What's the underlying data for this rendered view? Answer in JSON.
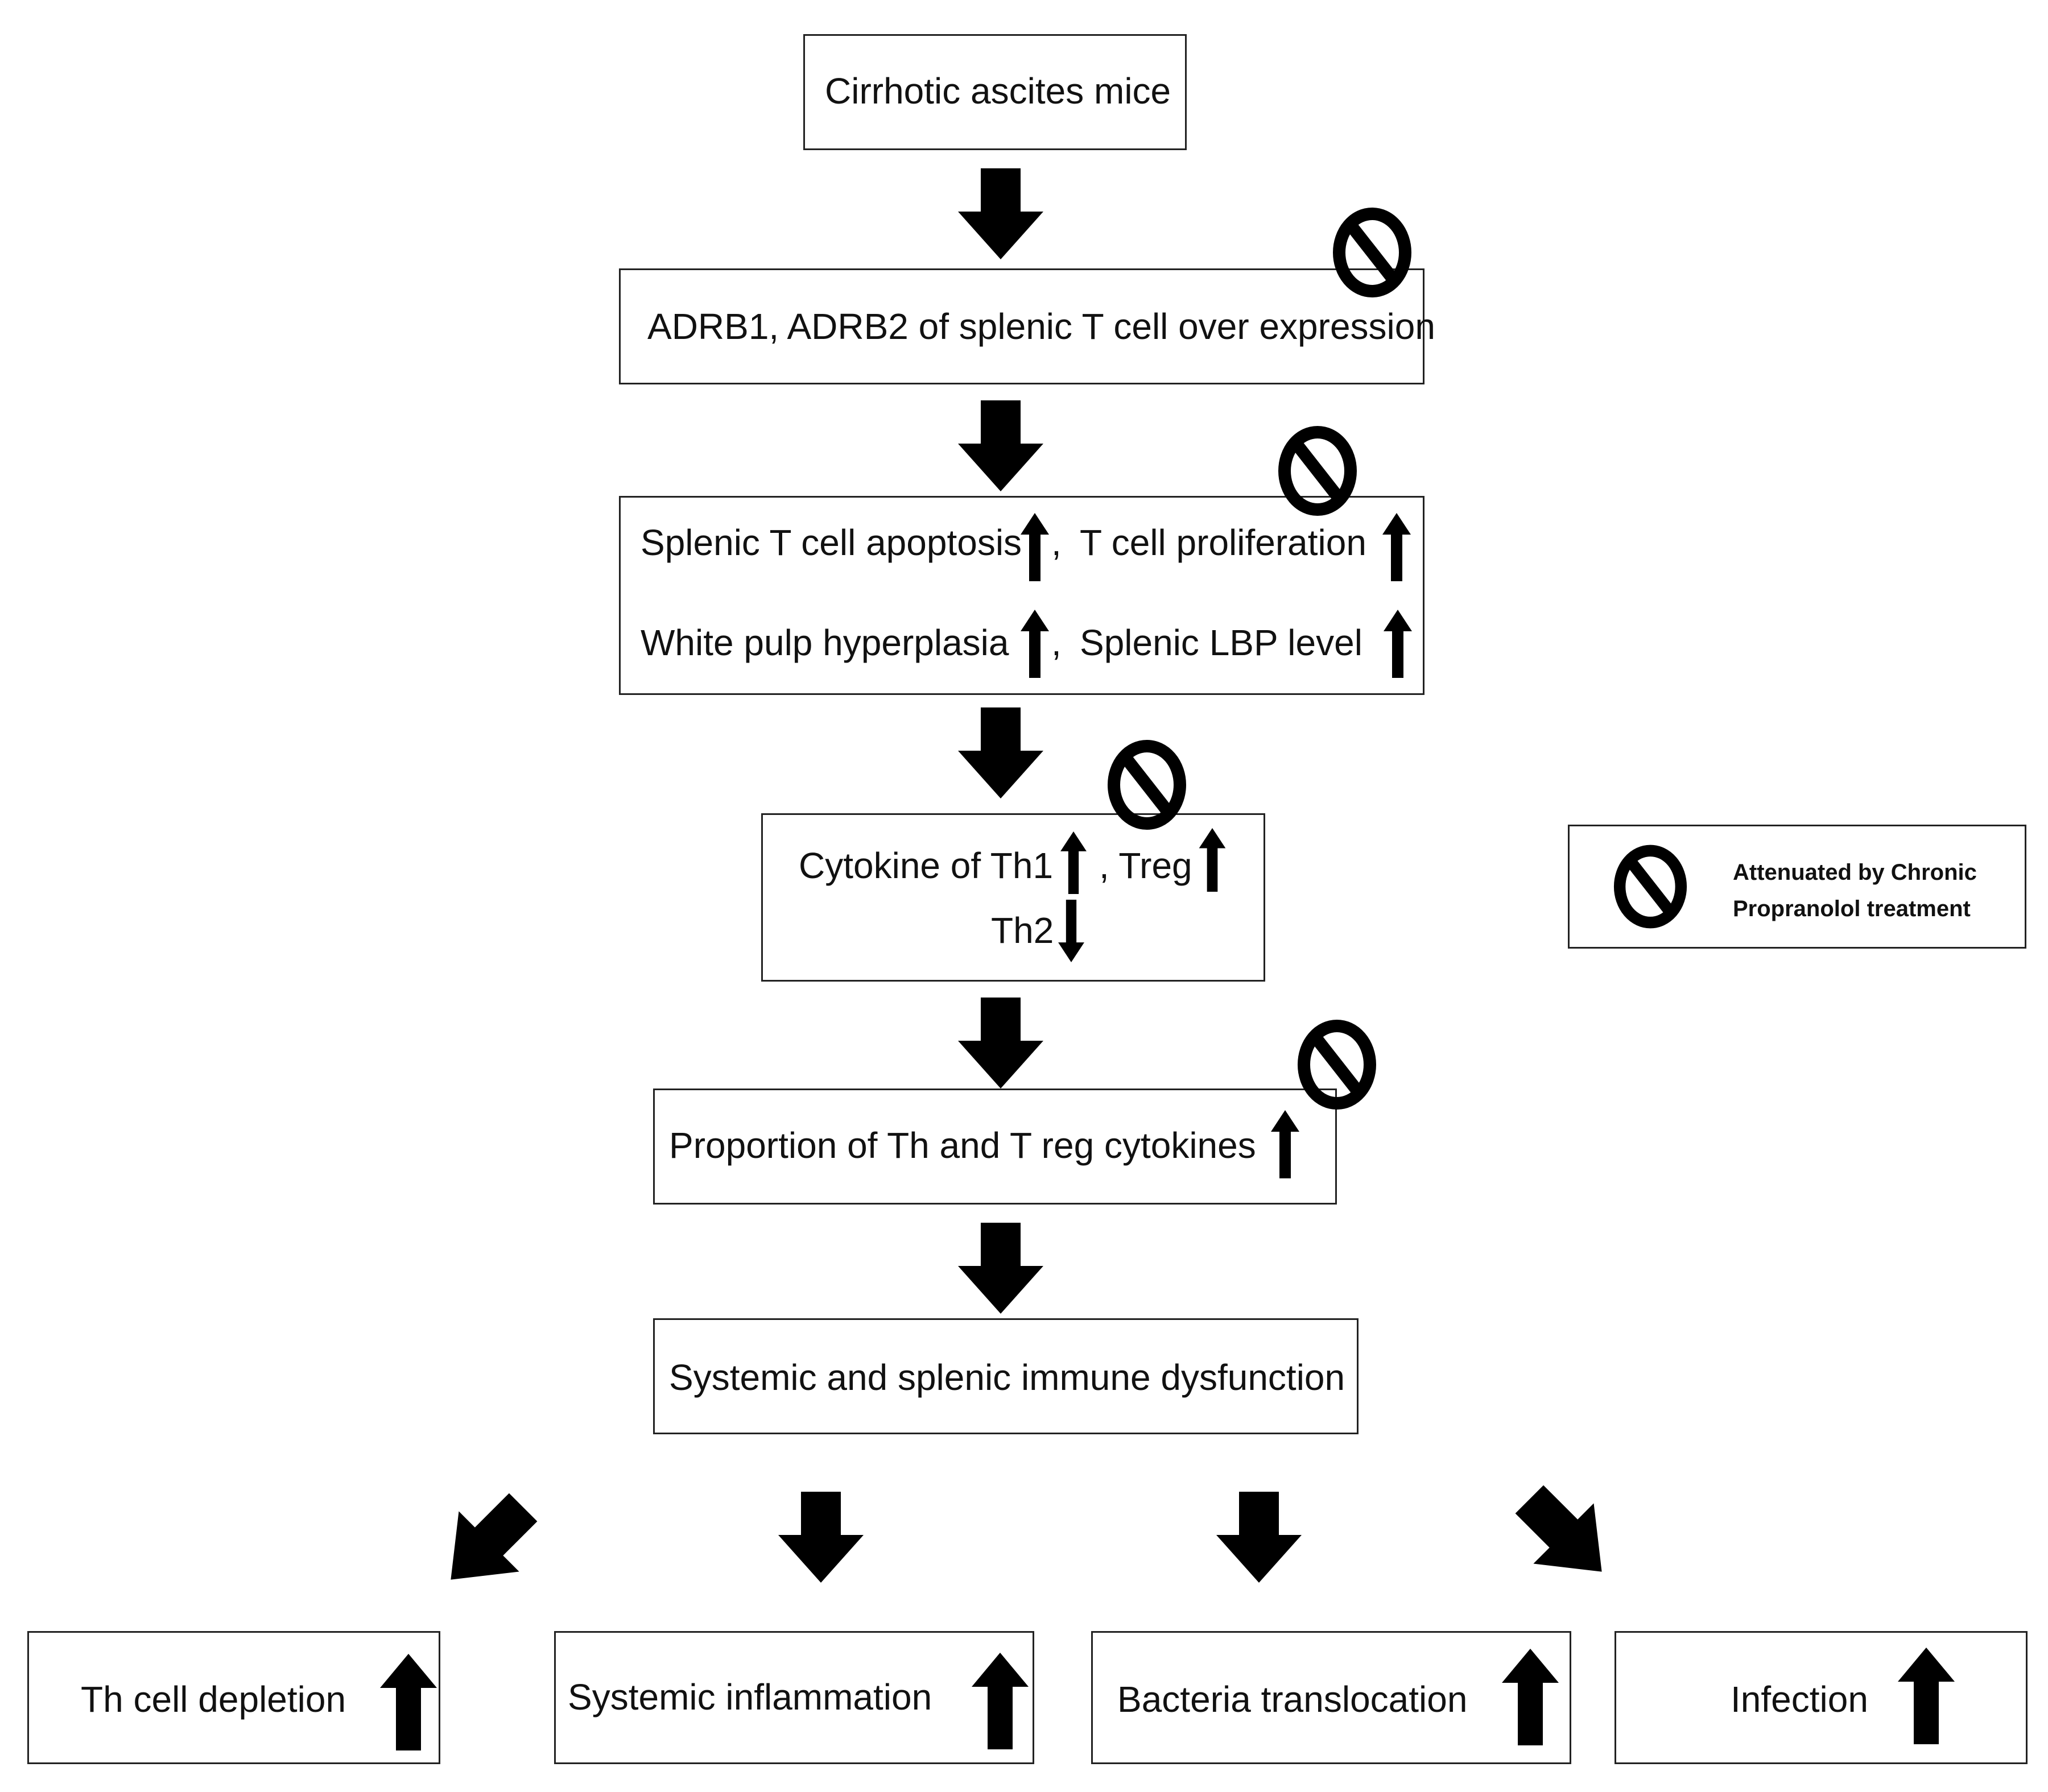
{
  "diagram": {
    "start": "Cirrhotic ascites mice",
    "step1": "ADRB1, ADRB2 of splenic T cell over expression",
    "step2": {
      "line1a": "Splenic T cell apoptosis",
      "comma1": ",",
      "line1b": "T cell proliferation",
      "line2a": "White pulp hyperplasia",
      "comma2": ",",
      "line2b": "Splenic LBP level"
    },
    "step3": {
      "part1": "Cytokine of Th1",
      "part2": ", Treg",
      "part3": "Th2"
    },
    "step4": "Proportion of Th and T reg cytokines",
    "step5": "Systemic and splenic immune dysfunction",
    "outcomes": [
      "Th cell depletion",
      "Systemic inflammation",
      "Bacteria translocation",
      "Infection"
    ]
  },
  "legend": {
    "line1": "Attenuated by Chronic",
    "line2": "Propranolol treatment",
    "icon": "prohibition-icon"
  }
}
